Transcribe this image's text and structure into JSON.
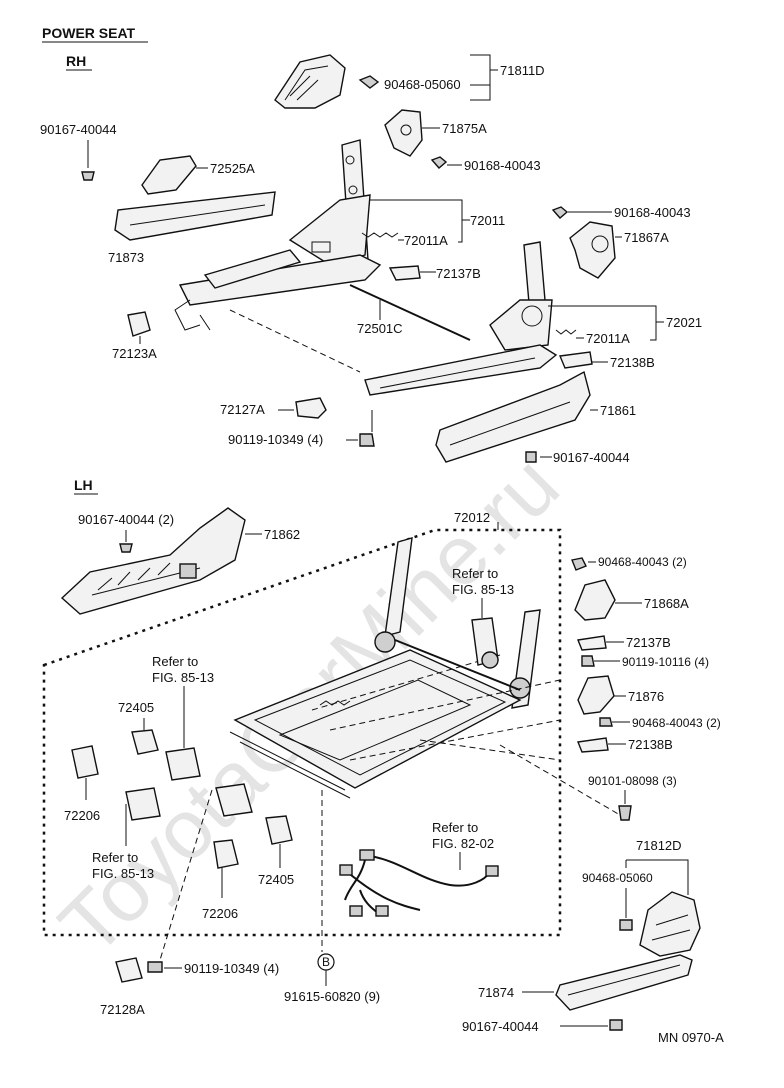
{
  "title": "POWER SEAT",
  "sections": {
    "rh": "RH",
    "lh": "LH"
  },
  "watermark": "ToyotaCarMine.ru",
  "figure_code": "MN 0970-A",
  "rh_labels": {
    "p71811D": "71811D",
    "p90468_05060": "90468-05060",
    "p71875A": "71875A",
    "p90168_40043_a": "90168-40043",
    "p90167_40044_a": "90167-40044",
    "p72525A": "72525A",
    "p72011": "72011",
    "p72011A_a": "72011A",
    "p90168_40043_b": "90168-40043",
    "p71867A": "71867A",
    "p71873": "71873",
    "p72137B": "72137B",
    "p72021": "72021",
    "p72501C": "72501C",
    "p72011A_b": "72011A",
    "p72123A": "72123A",
    "p72138B": "72138B",
    "p72127A": "72127A",
    "p71861": "71861",
    "p90119_10349": "90119-10349 (4)",
    "p90167_40044_b": "90167-40044"
  },
  "lh_labels": {
    "p72012": "72012",
    "p90167_40044_2": "90167-40044 (2)",
    "p71862": "71862",
    "p90468_40043_2a": "90468-40043 (2)",
    "refer_a_1": "Refer to",
    "refer_a_2": "FIG. 85-13",
    "p71868A": "71868A",
    "p72137B": "72137B",
    "p90119_10116": "90119-10116 (4)",
    "refer_b_1": "Refer to",
    "refer_b_2": "FIG. 85-13",
    "p72405_a": "72405",
    "p71876": "71876",
    "p90468_40043_2b": "90468-40043 (2)",
    "p72138B": "72138B",
    "p72206_a": "72206",
    "p90101_08098": "90101-08098 (3)",
    "refer_c_1": "Refer to",
    "refer_c_2": "FIG. 82-02",
    "refer_d_1": "Refer to",
    "refer_d_2": "FIG. 85-13",
    "p72405_b": "72405",
    "p71812D": "71812D",
    "p90468_05060": "90468-05060",
    "p72206_b": "72206",
    "p90119_10349": "90119-10349 (4)",
    "p72128A": "72128A",
    "p91615_60820": "91615-60820 (9)",
    "b_marker": "B",
    "p71874": "71874",
    "p90167_40044_c": "90167-40044"
  }
}
